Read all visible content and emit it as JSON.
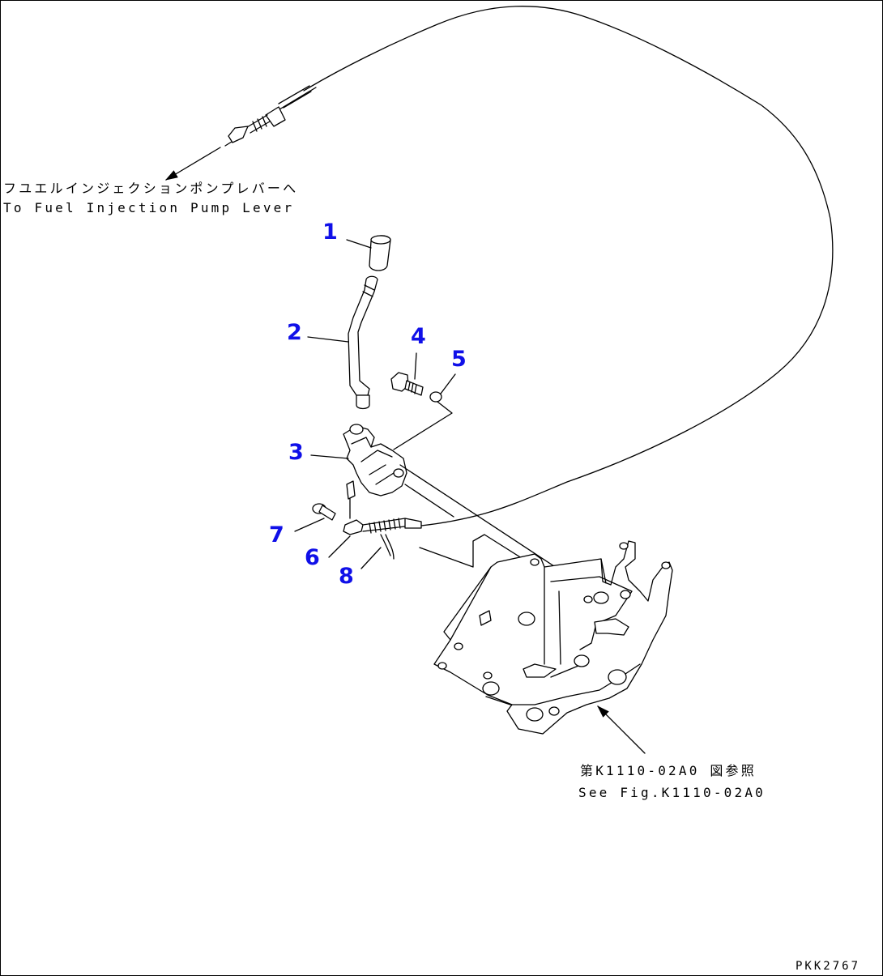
{
  "callouts": [
    {
      "id": "1",
      "label": "1"
    },
    {
      "id": "2",
      "label": "2"
    },
    {
      "id": "3",
      "label": "3"
    },
    {
      "id": "4",
      "label": "4"
    },
    {
      "id": "5",
      "label": "5"
    },
    {
      "id": "6",
      "label": "6"
    },
    {
      "id": "7",
      "label": "7"
    },
    {
      "id": "8",
      "label": "8"
    }
  ],
  "notes": {
    "pump_lever_jp": "フユエルインジェクションポンプレバーへ",
    "pump_lever_en": "To Fuel Injection Pump Lever",
    "see_fig_jp": "第K1110-02A0 図参照",
    "see_fig_en": "See Fig.K1110-02A0"
  },
  "drawing_code": "PKK2767",
  "colors": {
    "callout": "#1010e8",
    "line": "#000000",
    "background": "#ffffff"
  }
}
